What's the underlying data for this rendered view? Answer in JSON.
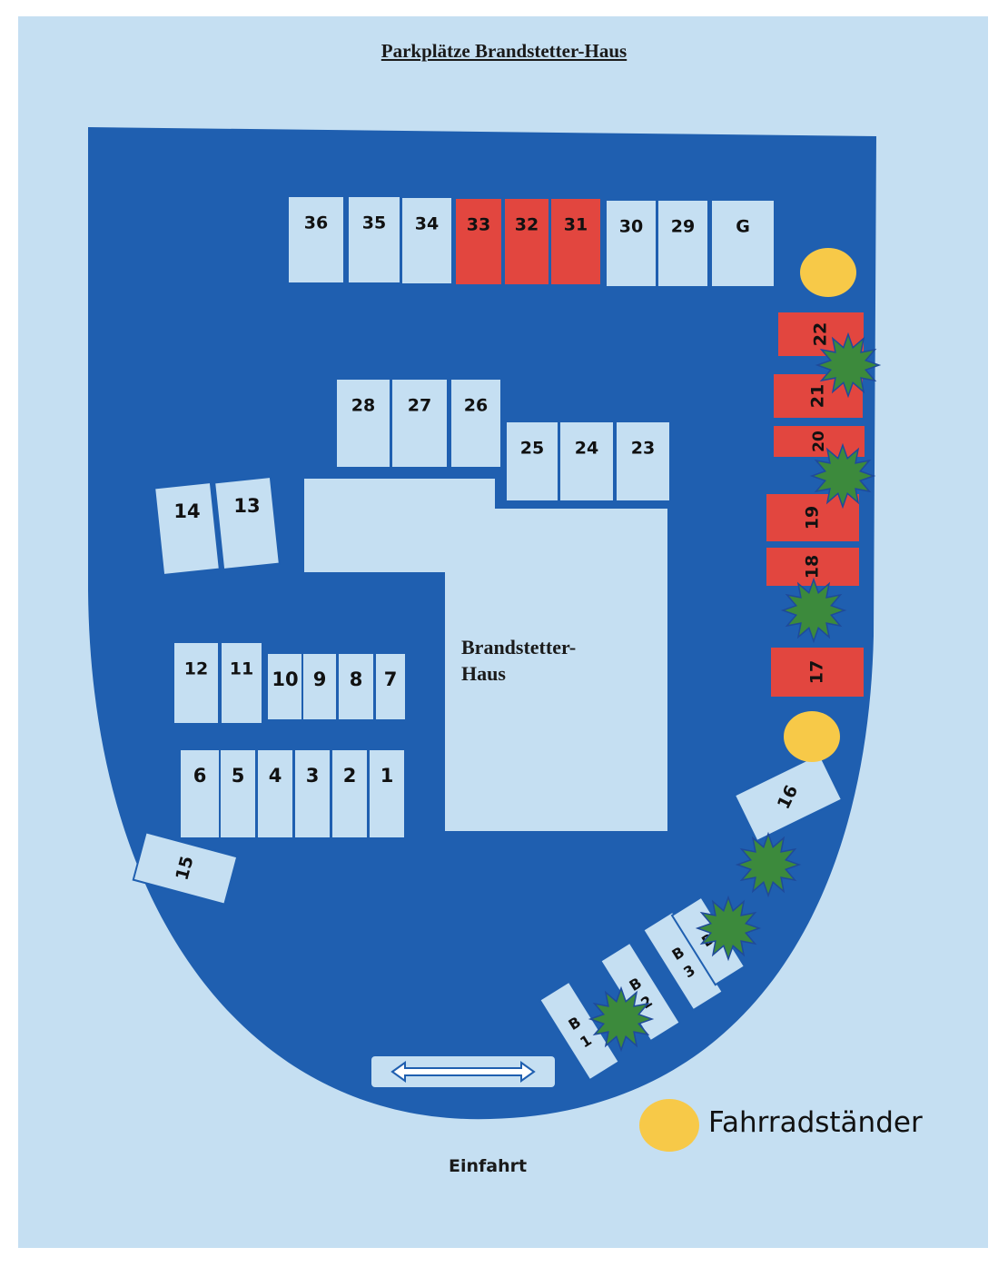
{
  "title": "Parkplätze Brandstetter-Haus",
  "building": {
    "label": "Brandstetter-\nHaus"
  },
  "entrance": {
    "label": "Einfahrt"
  },
  "legend": {
    "bike_rack": "Fahrradständer"
  },
  "colors": {
    "lot": "#1f5fb0",
    "space": "#c5dff2",
    "reserved": "#e2463f",
    "bike_rack": "#f7c948",
    "shrub": "#3c8a3c"
  },
  "spaces": [
    {
      "id": "36",
      "label": "36",
      "reserved": false
    },
    {
      "id": "35",
      "label": "35",
      "reserved": false
    },
    {
      "id": "34",
      "label": "34",
      "reserved": false
    },
    {
      "id": "33",
      "label": "33",
      "reserved": true
    },
    {
      "id": "32",
      "label": "32",
      "reserved": true
    },
    {
      "id": "31",
      "label": "31",
      "reserved": true
    },
    {
      "id": "30",
      "label": "30",
      "reserved": false
    },
    {
      "id": "29",
      "label": "29",
      "reserved": false
    },
    {
      "id": "G",
      "label": "G",
      "reserved": false
    },
    {
      "id": "28",
      "label": "28",
      "reserved": false
    },
    {
      "id": "27",
      "label": "27",
      "reserved": false
    },
    {
      "id": "26",
      "label": "26",
      "reserved": false
    },
    {
      "id": "25",
      "label": "25",
      "reserved": false
    },
    {
      "id": "24",
      "label": "24",
      "reserved": false
    },
    {
      "id": "23",
      "label": "23",
      "reserved": false
    },
    {
      "id": "22",
      "label": "22",
      "reserved": true
    },
    {
      "id": "21",
      "label": "21",
      "reserved": true
    },
    {
      "id": "20",
      "label": "20",
      "reserved": true
    },
    {
      "id": "19",
      "label": "19",
      "reserved": true
    },
    {
      "id": "18",
      "label": "18",
      "reserved": true
    },
    {
      "id": "17",
      "label": "17",
      "reserved": true
    },
    {
      "id": "14",
      "label": "14",
      "reserved": false
    },
    {
      "id": "13",
      "label": "13",
      "reserved": false
    },
    {
      "id": "12",
      "label": "12",
      "reserved": false
    },
    {
      "id": "11",
      "label": "11",
      "reserved": false
    },
    {
      "id": "10",
      "label": "10",
      "reserved": false
    },
    {
      "id": "9",
      "label": "9",
      "reserved": false
    },
    {
      "id": "8",
      "label": "8",
      "reserved": false
    },
    {
      "id": "7",
      "label": "7",
      "reserved": false
    },
    {
      "id": "6",
      "label": "6",
      "reserved": false
    },
    {
      "id": "5",
      "label": "5",
      "reserved": false
    },
    {
      "id": "4",
      "label": "4",
      "reserved": false
    },
    {
      "id": "3",
      "label": "3",
      "reserved": false
    },
    {
      "id": "2",
      "label": "2",
      "reserved": false
    },
    {
      "id": "1",
      "label": "1",
      "reserved": false
    },
    {
      "id": "15",
      "label": "15",
      "reserved": false
    },
    {
      "id": "16",
      "label": "16",
      "reserved": false
    },
    {
      "id": "B1",
      "label": "B",
      "sub": "1",
      "reserved": false
    },
    {
      "id": "B2",
      "label": "B",
      "sub": "2",
      "reserved": false
    },
    {
      "id": "B3",
      "label": "B",
      "sub": "3",
      "reserved": false
    },
    {
      "id": "B4",
      "label": "B",
      "reserved": false
    }
  ]
}
